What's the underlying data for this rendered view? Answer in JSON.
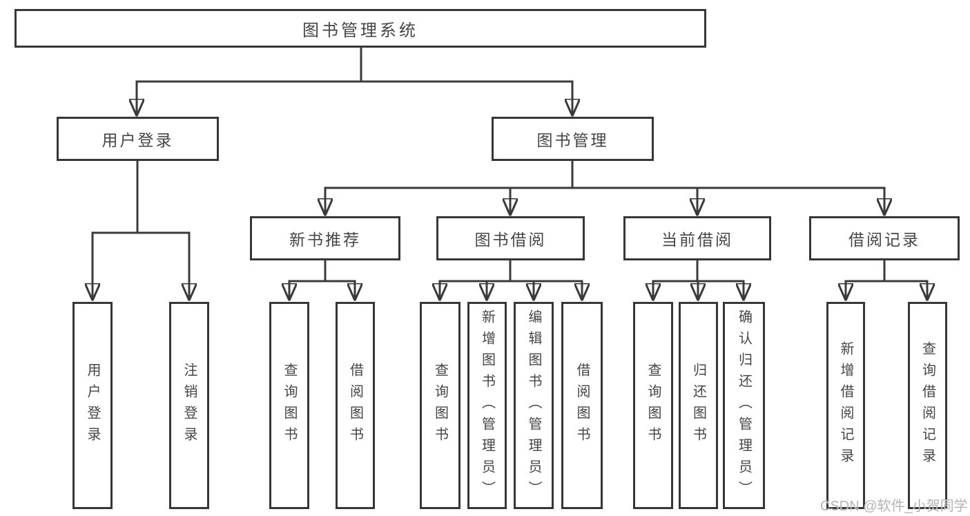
{
  "tree": {
    "root": {
      "label": "图书管理系统"
    },
    "branches": [
      {
        "label": "用户登录",
        "children": [
          {
            "label": "用户登录"
          },
          {
            "label": "注销登录"
          }
        ]
      },
      {
        "label": "图书管理",
        "children": [
          {
            "label": "新书推荐",
            "children": [
              {
                "label": "查询图书"
              },
              {
                "label": "借阅图书"
              }
            ]
          },
          {
            "label": "图书借阅",
            "children": [
              {
                "label": "查询图书"
              },
              {
                "label": "新增图书（管理员）"
              },
              {
                "label": "编辑图书（管理员）"
              },
              {
                "label": "借阅图书"
              }
            ]
          },
          {
            "label": "当前借阅",
            "children": [
              {
                "label": "查询图书"
              },
              {
                "label": "归还图书"
              },
              {
                "label": "确认归还（管理员）"
              }
            ]
          },
          {
            "label": "借阅记录",
            "children": [
              {
                "label": "新增借阅记录"
              },
              {
                "label": "查询借阅记录"
              }
            ]
          }
        ]
      }
    ]
  },
  "watermark": {
    "text": "CSDN @软件_小贺同学"
  },
  "colors": {
    "line": "#3a3a3a",
    "border": "#363636",
    "text": "#454545",
    "background": "#ffffff",
    "watermark": "#b3b3b3"
  }
}
